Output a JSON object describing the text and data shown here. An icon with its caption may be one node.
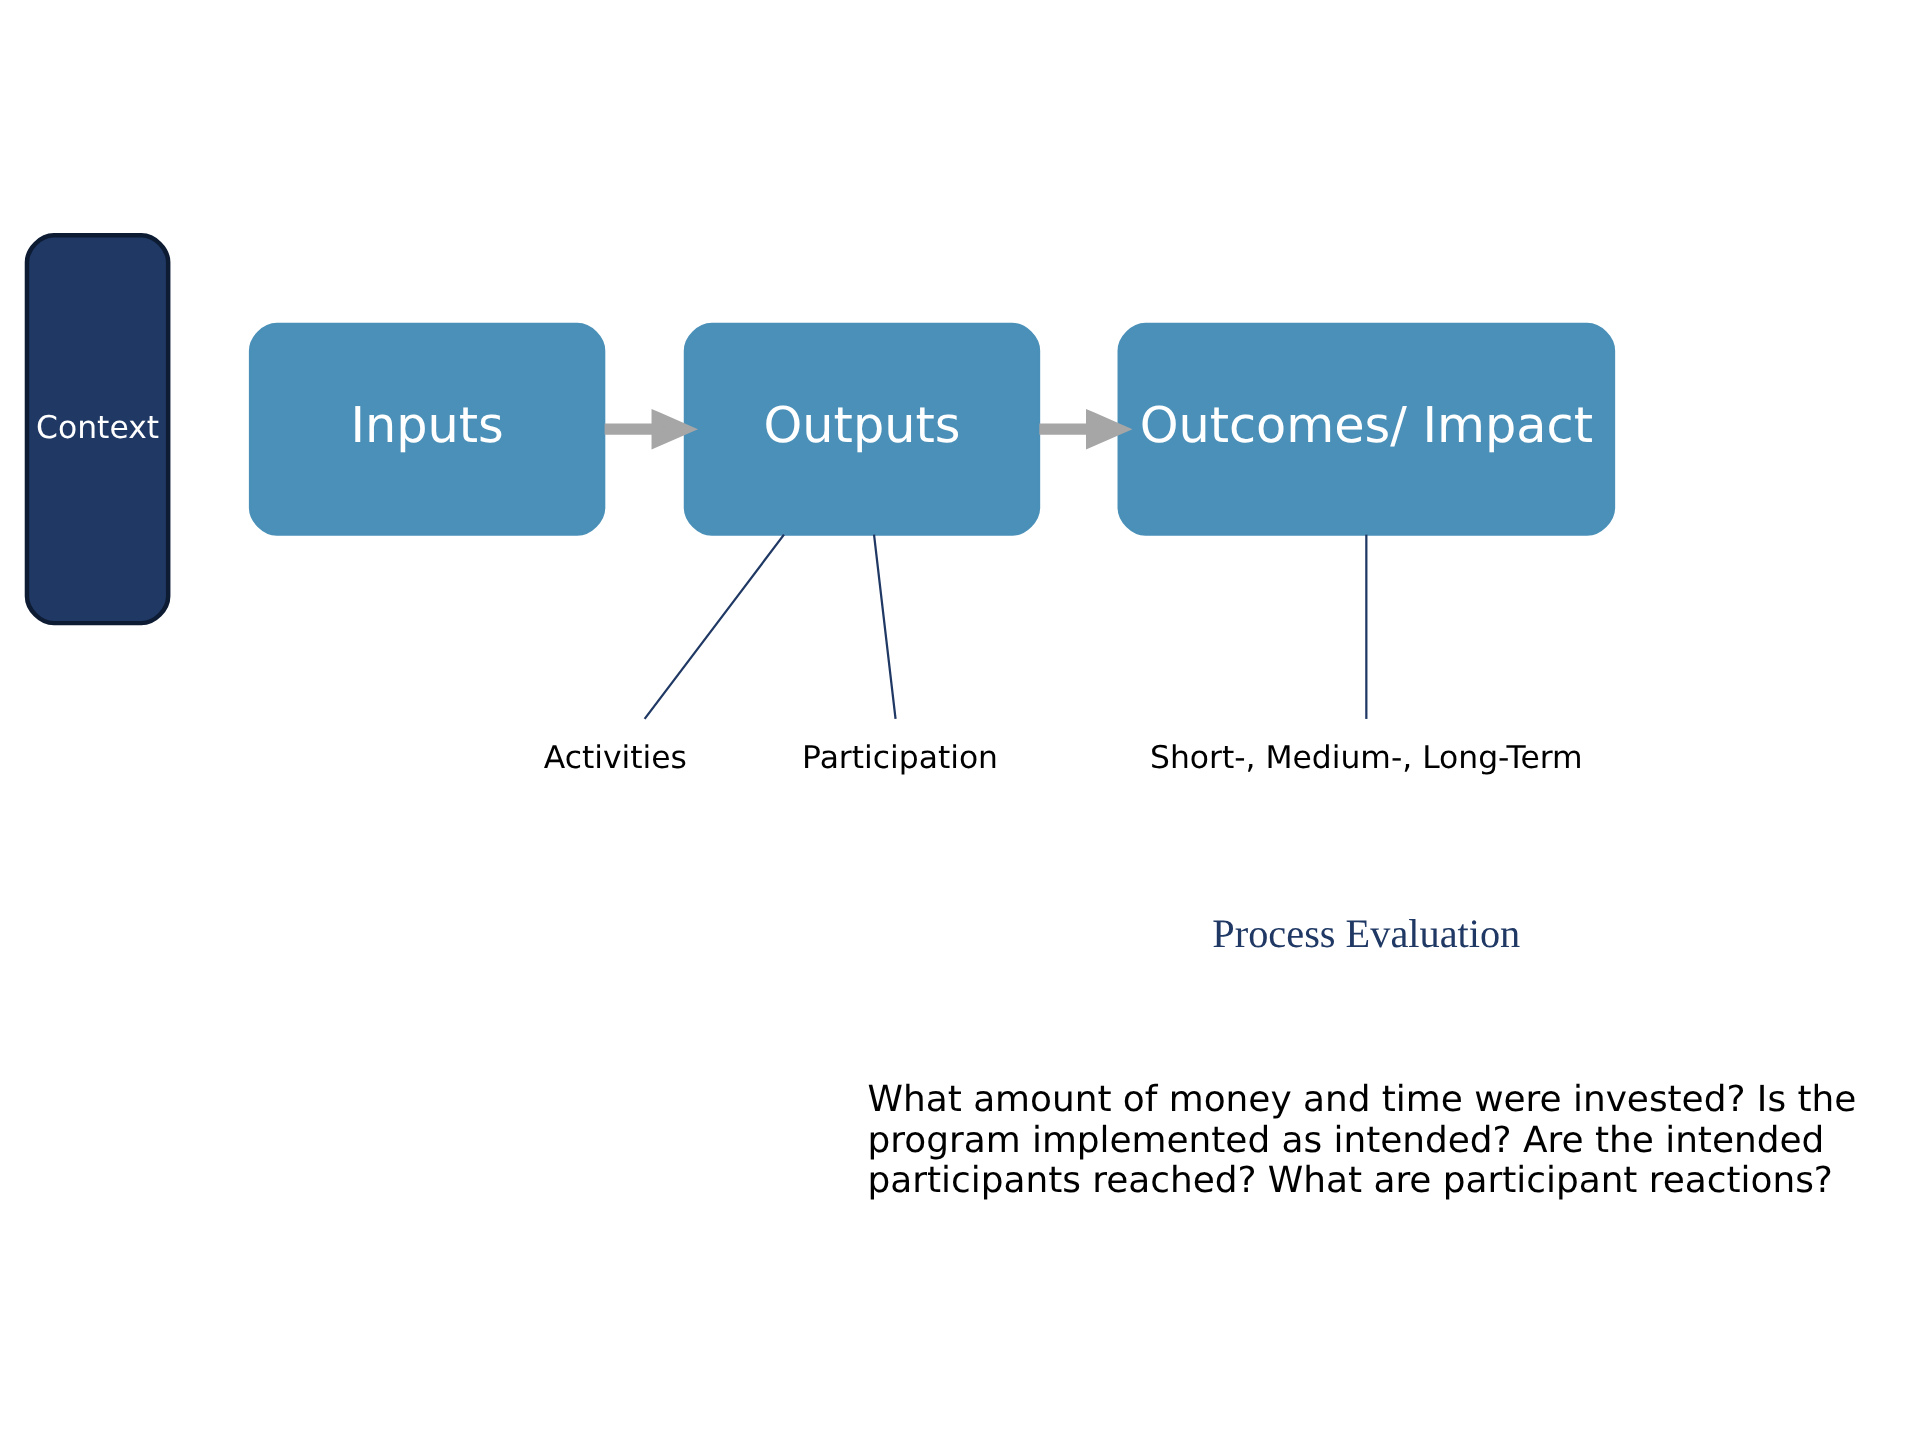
{
  "diagram": {
    "nodes": [
      {
        "text": [
          "Context"
        ]
      },
      {
        "text": [
          "Inputs"
        ]
      },
      {
        "text": [
          "Outputs"
        ]
      },
      {
        "text": [
          "Outcomes/ Impact"
        ]
      },
      {
        "text": [
          "Activities"
        ]
      },
      {
        "text": [
          "Participation"
        ]
      },
      {
        "text": [
          "Short-, Medium-, Long-Term"
        ]
      }
    ],
    "edges": [
      {
        "from": 1,
        "to": 2,
        "arrow": "to",
        "style": "thick",
        "color": "#a6a6a6"
      },
      {
        "from": 2,
        "to": 3,
        "arrow": "to",
        "style": "thick",
        "color": "#a6a6a6"
      },
      {
        "from": 2,
        "to": 4,
        "arrow": "none"
      },
      {
        "from": 2,
        "to": 5,
        "arrow": "none"
      },
      {
        "from": 3,
        "to": 6,
        "arrow": "none"
      }
    ],
    "labels": [
      "Process Evaluation",
      "What amount of money and time were invested? Is the program implemented as intended? Are the intended participants reached? What are participant reactions?"
    ]
  }
}
